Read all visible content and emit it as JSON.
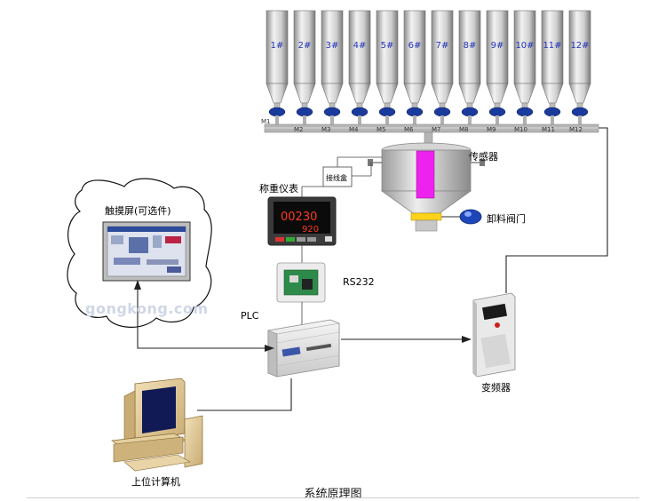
{
  "silos": [
    {
      "label": "1#"
    },
    {
      "label": "2#"
    },
    {
      "label": "3#"
    },
    {
      "label": "4#"
    },
    {
      "label": "5#"
    },
    {
      "label": "6#"
    },
    {
      "label": "7#"
    },
    {
      "label": "8#"
    },
    {
      "label": "9#"
    },
    {
      "label": "10#"
    },
    {
      "label": "11#"
    },
    {
      "label": "12#"
    }
  ],
  "motors": [
    "M1",
    "M2",
    "M3",
    "M4",
    "M5",
    "M6",
    "M7",
    "M8",
    "M9",
    "M10",
    "M11",
    "M12"
  ],
  "labels": {
    "sensor": "传感器",
    "junction_box": "接线盒",
    "weighing_instrument": "称重仪表",
    "touch_screen": "触摸屏(可选件)",
    "rs232": "RS232",
    "plc": "PLC",
    "discharge_valve": "卸料阀门",
    "inverter": "变频器",
    "host_computer": "上位计算机",
    "watermark": "gongkong.com",
    "caption": "系统原理图"
  },
  "instrument_display": {
    "top": "00230",
    "bottom": "920"
  },
  "colors": {
    "hopper_fill": "#ee22ee",
    "silo_light": "#e6e6e6",
    "silo_dark": "#9a9a9a",
    "motor_blue": "#1a3a9c",
    "pipe": "#a8a8a8",
    "watermark": "#cfd6e6"
  }
}
